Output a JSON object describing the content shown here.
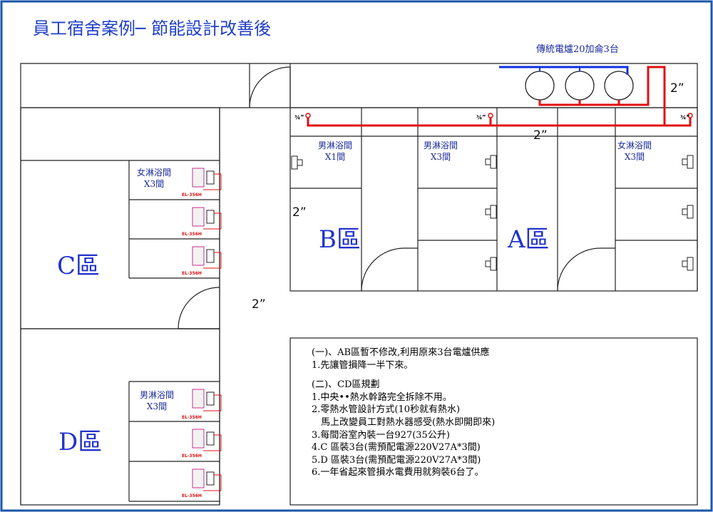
{
  "title": "員工宿舍案例─ 節能設計改善後",
  "heater_label": "傳統電爐20加侖3台",
  "pipe_sizes": {
    "main_right": "2”",
    "main_mid": "2”",
    "b_side": "2”",
    "corridor": "2”",
    "branch_left": "¾”",
    "branch_mid": "¾”",
    "branch_right": "¾”"
  },
  "zones": {
    "a": "A區",
    "b": "B區",
    "c": "C區",
    "d": "D區"
  },
  "rooms": {
    "c_room_name": "女淋浴間",
    "c_room_count": "X3間",
    "d_room_name": "男淋浴間",
    "d_room_count": "X3間",
    "b1_name": "男淋浴間",
    "b1_count": "X1間",
    "b2_name": "男淋浴間",
    "b2_count": "X3間",
    "a_name": "女淋浴間",
    "a_count": "X3間"
  },
  "heater_model": "EL-356H",
  "notes": [
    "(一)、AB區暫不修改,利用原來3台電爐供應",
    "1.先讓管損降一半下來。",
    "",
    "(二)、CD區規劃",
    "1.中央••熱水幹路完全拆除不用。",
    "2.零熱水管設計方式(10秒就有熱水)",
    "　馬上改變員工對熱水器感受(熱水即開即來)",
    "3.每間浴室內裝一台927(35公升)",
    "4.C 區裝3台(需預配電源220V27A*3間)",
    "5.D 區裝3台(需預配電源220V27A*3間)",
    "6.一年省起來管損水電費用就夠裝6台了。"
  ],
  "colors": {
    "title": "#1f3fc8",
    "hot_pipe": "#e01010",
    "cold_pipe": "#1030e0",
    "frame": "#1a55a8"
  }
}
